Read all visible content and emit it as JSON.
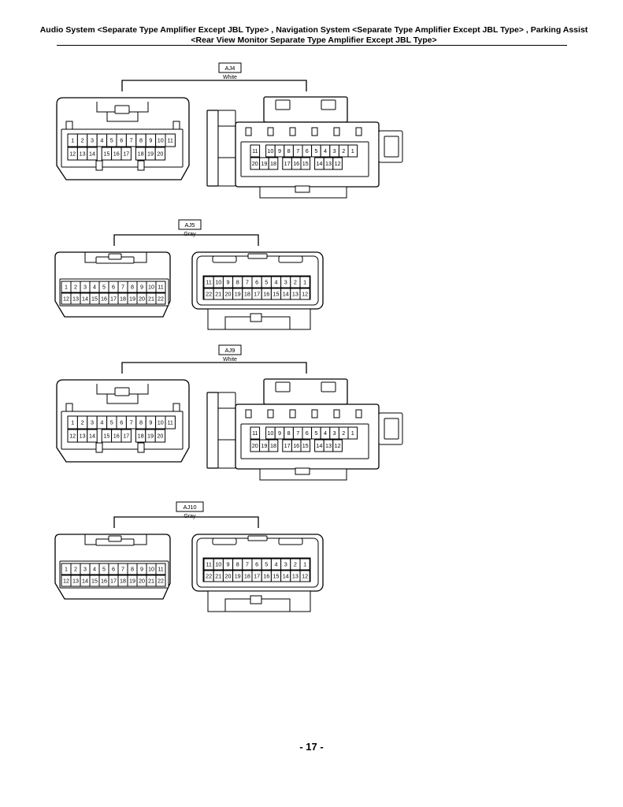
{
  "header": {
    "line1": "Audio System <Separate Type Amplifier Except JBL Type> , Navigation System <Separate Type Amplifier Except JBL Type> , Parking Assist",
    "line2": "<Rear View Monitor Separate Type Amplifier Except JBL Type>"
  },
  "connectors": [
    {
      "code": "AJ4",
      "color": "White",
      "type": "20pin",
      "left_rows": [
        [
          "1",
          "2",
          "3",
          "4",
          "5",
          "6",
          "7",
          "8",
          "9",
          "10",
          "11"
        ],
        [
          "12",
          "13",
          "14",
          "15",
          "16",
          "17",
          "18",
          "19",
          "20"
        ]
      ],
      "right_rows": [
        [
          "11",
          "10",
          "9",
          "8",
          "7",
          "6",
          "5",
          "4",
          "3",
          "2",
          "1"
        ],
        [
          "20",
          "19",
          "18",
          "17",
          "16",
          "15",
          "14",
          "13",
          "12"
        ]
      ]
    },
    {
      "code": "AJ5",
      "color": "Gray",
      "type": "22pin",
      "left_rows": [
        [
          "1",
          "2",
          "3",
          "4",
          "5",
          "6",
          "7",
          "8",
          "9",
          "10",
          "11"
        ],
        [
          "12",
          "13",
          "14",
          "15",
          "16",
          "17",
          "18",
          "19",
          "20",
          "21",
          "22"
        ]
      ],
      "right_rows": [
        [
          "11",
          "10",
          "9",
          "8",
          "7",
          "6",
          "5",
          "4",
          "3",
          "2",
          "1"
        ],
        [
          "22",
          "21",
          "20",
          "19",
          "18",
          "17",
          "16",
          "15",
          "14",
          "13",
          "12"
        ]
      ]
    },
    {
      "code": "AJ9",
      "color": "White",
      "type": "20pin",
      "left_rows": [
        [
          "1",
          "2",
          "3",
          "4",
          "5",
          "6",
          "7",
          "8",
          "9",
          "10",
          "11"
        ],
        [
          "12",
          "13",
          "14",
          "15",
          "16",
          "17",
          "18",
          "19",
          "20"
        ]
      ],
      "right_rows": [
        [
          "11",
          "10",
          "9",
          "8",
          "7",
          "6",
          "5",
          "4",
          "3",
          "2",
          "1"
        ],
        [
          "20",
          "19",
          "18",
          "17",
          "16",
          "15",
          "14",
          "13",
          "12"
        ]
      ]
    },
    {
      "code": "AJ10",
      "color": "Gray",
      "type": "22pin",
      "left_rows": [
        [
          "1",
          "2",
          "3",
          "4",
          "5",
          "6",
          "7",
          "8",
          "9",
          "10",
          "11"
        ],
        [
          "12",
          "13",
          "14",
          "15",
          "16",
          "17",
          "18",
          "19",
          "20",
          "21",
          "22"
        ]
      ],
      "right_rows": [
        [
          "11",
          "10",
          "9",
          "8",
          "7",
          "6",
          "5",
          "4",
          "3",
          "2",
          "1"
        ],
        [
          "22",
          "21",
          "20",
          "19",
          "18",
          "17",
          "16",
          "15",
          "14",
          "13",
          "12"
        ]
      ]
    }
  ],
  "page_number": "- 17 -"
}
